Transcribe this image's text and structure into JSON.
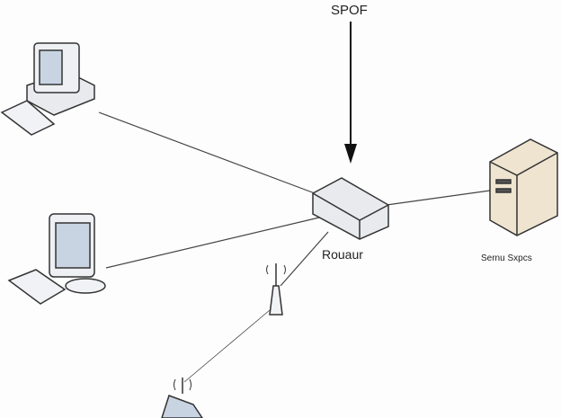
{
  "labels": {
    "spof": "SPOF",
    "router": "Rouaur",
    "server": "Sernu Sxpcs"
  },
  "colors": {
    "line": "#444444",
    "device": "#e8eaee",
    "server": "#efe4d0",
    "screen": "#c9d4e3"
  }
}
